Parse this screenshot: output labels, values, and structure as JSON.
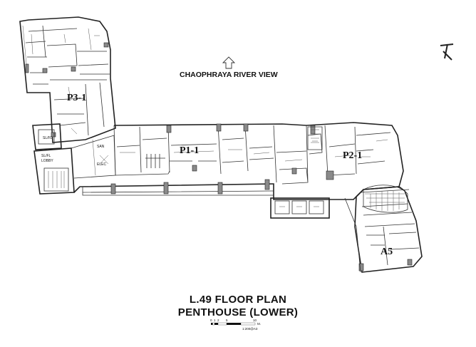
{
  "view_label": "CHAOPHRAYA RIVER VIEW",
  "units": {
    "p3_1": "P3-1",
    "p1_1": "P1-1",
    "p2_1": "P2-1",
    "a5": "A5"
  },
  "room_labels": {
    "sl_fl_1": "SL/FL",
    "sl_fl_lobby_1": "SL/FL",
    "sl_fl_lobby_2": "LOBBY",
    "san": "SAN",
    "elec": "ELEC"
  },
  "title": {
    "line1": "L.49  FLOOR PLAN",
    "line2": "PENTHOUSE (LOWER)"
  },
  "scale_bar": {
    "ticks": [
      "0",
      "1",
      "2",
      "5",
      "10"
    ],
    "unit": "M.",
    "ratio": "1:200@A3"
  },
  "icons": {
    "north": "north-arrow-icon",
    "view": "view-direction-arrow-icon"
  }
}
